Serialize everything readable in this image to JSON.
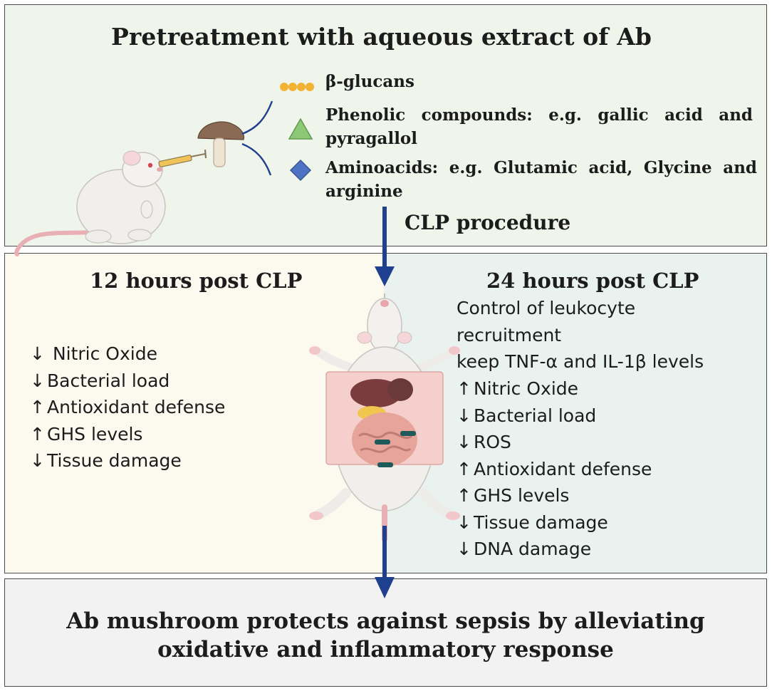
{
  "header": {
    "title": "Pretreatment with aqueous extract of Ab"
  },
  "compounds": [
    {
      "icon": "dots-icon",
      "text": "β-glucans"
    },
    {
      "icon": "triangle-icon",
      "text": "Phenolic compounds: e.g. gallic acid and pyragallol",
      "line1": "Phenolic compounds: e.g. gallic acid and",
      "line2": "pyragallol"
    },
    {
      "icon": "diamond-icon",
      "text": "Aminoacids: e.g. Glutamic acid, Glycine and arginine",
      "line1": "Aminoacids: e.g.  Glutamic acid, Glycine and",
      "line2": "arginine"
    }
  ],
  "procedure": "CLP procedure",
  "left": {
    "title": "12 hours post CLP",
    "effects": [
      {
        "arrow": "↓",
        "text": " Nitric Oxide"
      },
      {
        "arrow": "↓",
        "text": "Bacterial load"
      },
      {
        "arrow": "↑",
        "text": "Antioxidant defense"
      },
      {
        "arrow": "↑",
        "text": "GHS levels"
      },
      {
        "arrow": "↓",
        "text": "Tissue damage"
      }
    ]
  },
  "right": {
    "title": "24 hours post CLP",
    "intro": [
      "Control of leukocyte",
      "recruitment",
      "keep TNF-α and IL-1β levels"
    ],
    "effects": [
      {
        "arrow": "↑",
        "text": "Nitric Oxide"
      },
      {
        "arrow": "↓",
        "text": "Bacterial load"
      },
      {
        "arrow": "↓",
        "text": "ROS"
      },
      {
        "arrow": "↑",
        "text": "Antioxidant defense"
      },
      {
        "arrow": "↑",
        "text": "GHS levels"
      },
      {
        "arrow": "↓",
        "text": "Tissue damage"
      },
      {
        "arrow": "↓",
        "text": "DNA damage"
      }
    ]
  },
  "conclusion": {
    "line1": "Ab mushroom protects against sepsis by alleviating",
    "line2": "oxidative and inflammatory response"
  },
  "colors": {
    "top_panel": "#f0f5ec",
    "left_panel": "#fcf9ef",
    "right_panel": "#e9f2ef",
    "bottom_panel": "#f2f2f2",
    "arrow": "#1f3f8f",
    "dots": "#f2b233",
    "triangle": "#8cc876",
    "diamond": "#4f73c4"
  }
}
